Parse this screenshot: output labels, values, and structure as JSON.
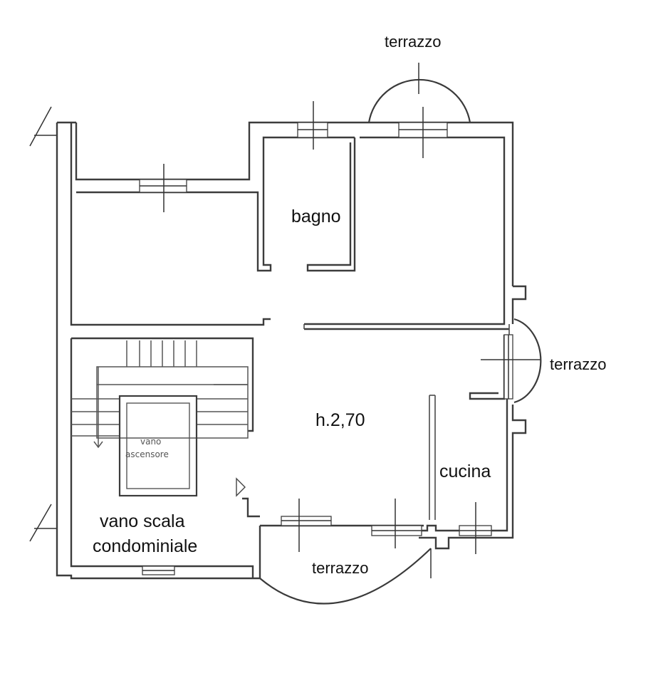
{
  "rooms": {
    "bagno": "bagno",
    "height": "h.2,70",
    "cucina": "cucina",
    "lift_line1": "vano",
    "lift_line2": "ascensore",
    "stair_line1": "vano scala",
    "stair_line2": "condominiale"
  },
  "terraces": {
    "top": "terrazzo",
    "right": "terrazzo",
    "bottom": "terrazzo"
  }
}
